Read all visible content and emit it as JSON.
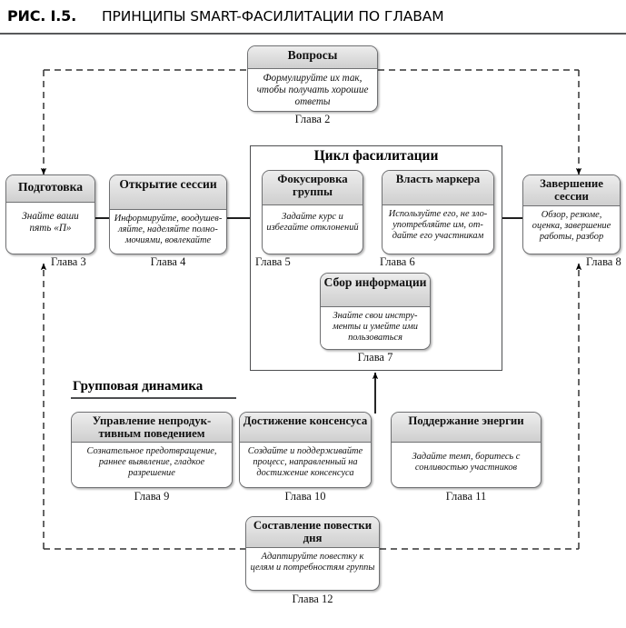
{
  "figure": {
    "number": "РИС. I.5.",
    "title": "ПРИНЦИПЫ SMART-ФАСИЛИТАЦИИ ПО ГЛАВАМ"
  },
  "cycle": {
    "title": "Цикл фасилитации"
  },
  "group_dynamics": {
    "title": "Групповая динамика"
  },
  "nodes": {
    "questions": {
      "title": "Вопросы",
      "body": "Формулируйте их так, чтобы получать хорошие ответы",
      "chapter": "Глава 2"
    },
    "preparation": {
      "title": "Подготовка",
      "body": "Знайте ваши пять «П»",
      "chapter": "Глава 3"
    },
    "opening": {
      "title": "Открытие сессии",
      "body": "Информируйте, воодушев­ляйте, наделяйте полно­мочиями, вовлекайте",
      "chapter": "Глава 4"
    },
    "focus": {
      "title": "Фокусировка группы",
      "body": "Задайте курс и избегайте отклонений",
      "chapter": "Глава 5"
    },
    "marker": {
      "title": "Власть маркера",
      "body": "Используйте его, не зло­употребляйте им, от­дайте его участникам",
      "chapter": "Глава 6"
    },
    "gathering": {
      "title": "Сбор информации",
      "body": "Знайте свои инстру­менты и умейте ими пользоваться",
      "chapter": "Глава 7"
    },
    "closing": {
      "title": "Завершение сессии",
      "body": "Обзор, резюме, оценка, завершение работы, разбор",
      "chapter": "Глава 8"
    },
    "dysfunction": {
      "title": "Управление непродук­тивным поведением",
      "body": "Сознательное предотвращение, раннее выявление, гладкое разрешение",
      "chapter": "Глава 9"
    },
    "consensus": {
      "title": "Достижение консенсуса",
      "body": "Создайте и поддерживайте процесс, направленный на достижение консенсуса",
      "chapter": "Глава 10"
    },
    "energy": {
      "title": "Поддержание энергии",
      "body": "Задайте темп, боритесь с сонливостью участников",
      "chapter": "Глава 11"
    },
    "agenda": {
      "title": "Составление повестки дня",
      "body": "Адаптируйте повестку к целям и потребностям группы",
      "chapter": "Глава 12"
    }
  },
  "colors": {
    "rule": "#58595b",
    "box_border": "#6f7072",
    "header_top": "#ededed",
    "header_bottom": "#cfcfcf",
    "link": "#000000",
    "background": "#ffffff"
  }
}
